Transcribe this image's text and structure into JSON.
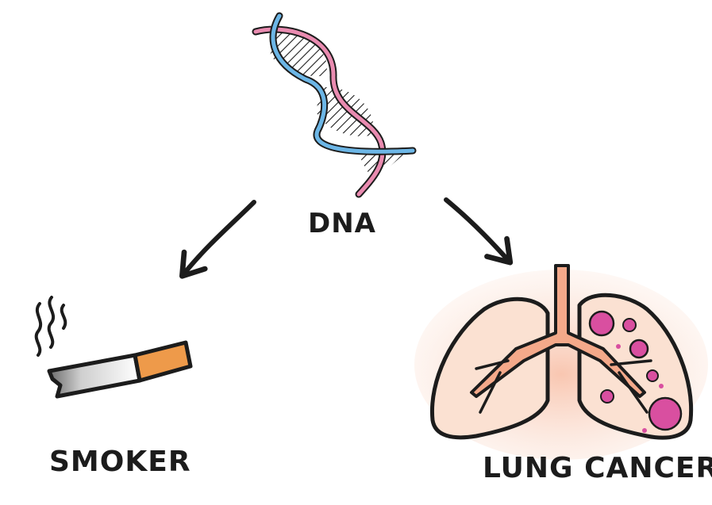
{
  "diagram": {
    "nodes": {
      "dna": {
        "label": "DNA",
        "icon": "dna-helix-icon"
      },
      "smoker": {
        "label": "SMOKER",
        "icon": "cigarette-icon"
      },
      "lung_cancer": {
        "label": "LUNG CANCER",
        "icon": "lungs-with-tumors-icon"
      }
    },
    "edges": [
      {
        "from": "dna",
        "to": "smoker"
      },
      {
        "from": "dna",
        "to": "lung_cancer"
      }
    ]
  },
  "colors": {
    "ink": "#1c1c1c",
    "dna_pink": "#e98bb0",
    "dna_blue": "#6cb6e6",
    "filter_orange": "#ee9a4a",
    "lung_fill": "#fbe6da",
    "lung_glow": "#f9c9b4",
    "airway": "#f4a98a",
    "tumor": "#d94fa0"
  }
}
